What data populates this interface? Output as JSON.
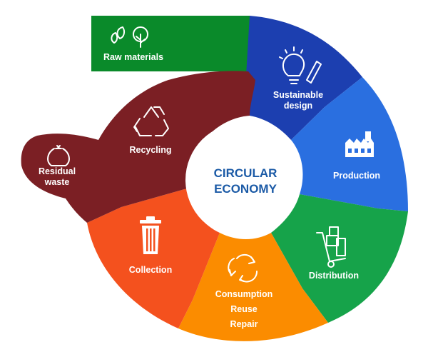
{
  "center": {
    "line1": "CIRCULAR",
    "line2": "ECONOMY"
  },
  "segments": {
    "raw_materials": {
      "label": "Raw materials",
      "color": "#0a8a2a",
      "icon": "plant-leaf-tree-icon"
    },
    "sustainable_design": {
      "line1": "Sustainable",
      "line2": "design",
      "color": "#1c3fb0",
      "icon": "lightbulb-pencil-icon"
    },
    "production": {
      "label": "Production",
      "color": "#2a6fe0",
      "icon": "factory-icon"
    },
    "distribution": {
      "label": "Distribution",
      "color": "#16a34a",
      "icon": "hand-truck-icon"
    },
    "consumption": {
      "line1": "Consumption",
      "line2": "Reuse",
      "line3": "Repair",
      "color": "#fb8c00",
      "icon": "cycle-arrows-icon"
    },
    "collection": {
      "label": "Collection",
      "color": "#f4511e",
      "icon": "trash-bin-icon"
    },
    "recycling": {
      "label": "Recycling",
      "color": "#7b1f24",
      "icon": "recycle-icon"
    },
    "residual_waste": {
      "line1": "Residual",
      "line2": "waste",
      "color": "#7b1f24",
      "icon": "garbage-bag-icon"
    }
  }
}
